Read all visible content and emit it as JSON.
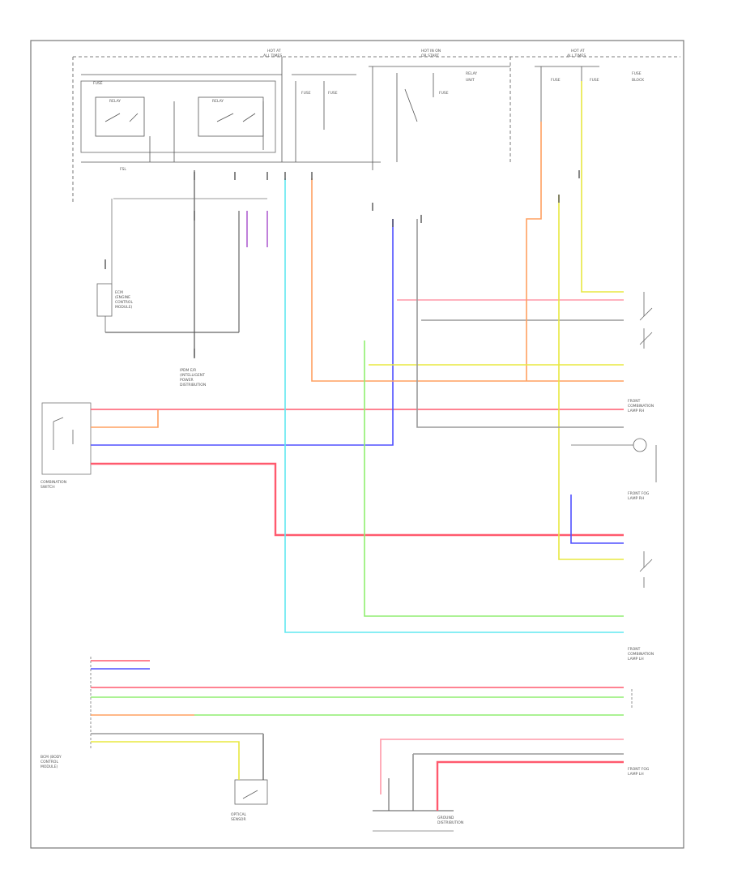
{
  "diagram": {
    "left_block_labels": [
      {
        "id": "ecm-label",
        "lines": [
          "ECM",
          "(ENGINE",
          "CONTROL",
          "MODULE)"
        ]
      },
      {
        "id": "ipdm-label",
        "lines": [
          "IPDM E/R",
          "(INTELLIGENT",
          "POWER",
          "DISTRIBUTION"
        ]
      },
      {
        "id": "combo-switch-label",
        "lines": [
          "COMBINATION",
          "SWITCH"
        ]
      },
      {
        "id": "bcm-label",
        "lines": [
          "BCM (BODY",
          "CONTROL",
          "MODULE)"
        ]
      }
    ],
    "right_block_labels": [
      {
        "id": "headlamp-rh-label",
        "lines": [
          "FRONT",
          "COMBINATION",
          "LAMP RH"
        ]
      },
      {
        "id": "headlamp-lh-label",
        "lines": [
          "FRONT",
          "COMBINATION",
          "LAMP LH"
        ]
      },
      {
        "id": "fog-rh-label",
        "lines": [
          "FRONT FOG",
          "LAMP RH"
        ]
      },
      {
        "id": "fog-lh-label",
        "lines": [
          "FRONT FOG",
          "LAMP LH"
        ]
      }
    ],
    "bottom_labels": [
      {
        "id": "sensor-label",
        "lines": [
          "OPTICAL",
          "SENSOR"
        ]
      },
      {
        "id": "ground-label",
        "lines": [
          "GROUND",
          "DISTRIBUTION"
        ]
      }
    ],
    "wire_colors": {
      "red": "#ff5a6e",
      "pink": "#ff99a8",
      "orange": "#ffa060",
      "yellow": "#e8e840",
      "green": "#90ee70",
      "cyan": "#60e8f0",
      "blue": "#5050ff",
      "purple": "#b060d0",
      "black": "#444444",
      "gray": "#9a9a9a"
    }
  }
}
